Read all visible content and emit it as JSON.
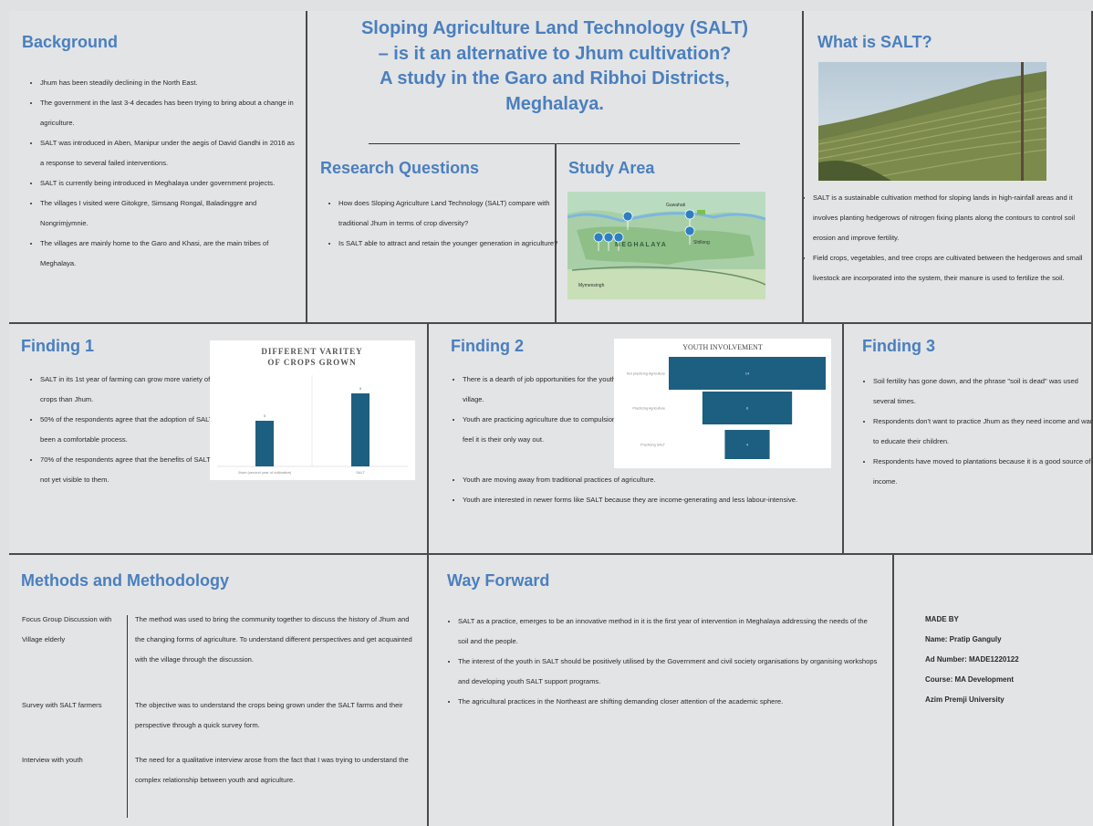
{
  "title": {
    "line1": "Sloping Agriculture Land Technology (SALT)",
    "line2": "– is it an alternative to Jhum cultivation?",
    "line3": "A study in the Garo and Ribhoi Districts,",
    "line4": "Meghalaya."
  },
  "background": {
    "heading": "Background",
    "items": [
      "Jhum has been steadily declining in the North East.",
      "The government in the last 3-4 decades has been trying to bring about a change in agriculture.",
      "SALT was introduced in Aben, Manipur under the aegis of David Gandhi in 2016 as a response to several failed interventions.",
      "SALT is currently being introduced in Meghalaya under government projects.",
      "The villages I visited were Gitokgre, Simsang Rongal, Baladinggre and Nongrimjymnie.",
      "The villages are mainly home to the Garo and Khasi, are the main tribes of Meghalaya."
    ]
  },
  "research": {
    "heading": "Research Questions",
    "items": [
      "How does Sloping Agriculture Land Technology (SALT) compare with traditional Jhum in terms of crop diversity?",
      "Is SALT able to attract and retain the younger generation in agriculture?"
    ]
  },
  "study_area": {
    "heading": "Study Area",
    "map_labels": {
      "state": "MEGHALAYA",
      "city1": "Guwahati",
      "city2": "Shillong",
      "city3": "Mymensingh"
    }
  },
  "what_is_salt": {
    "heading": "What is SALT?",
    "items": [
      "SALT is a sustainable cultivation method for sloping lands in high-rainfall areas and it involves planting hedgerows of nitrogen fixing plants along the contours to control soil erosion and improve fertility.",
      "Field crops, vegetables, and tree crops are cultivated between the hedgerows and small livestock are incorporated into the system, their manure is used to fertilize the soil."
    ]
  },
  "finding1": {
    "heading": "Finding 1",
    "items": [
      "SALT in its 1st year of farming can grow more variety of crops than Jhum.",
      "50% of the respondents agree that the adoption of SALT has been a comfortable process.",
      "70% of the respondents agree that the benefits of SALT are not yet visible to them."
    ]
  },
  "finding2": {
    "heading": "Finding 2",
    "items": [
      "There is a dearth of job opportunities for the youth in the village.",
      "Youth are practicing agriculture due to compulsion as they feel it is their only way out.",
      "Youth are moving away from traditional practices of agriculture.",
      "Youth are interested in newer forms like SALT because they are income-generating and less labour-intensive."
    ]
  },
  "finding3": {
    "heading": "Finding 3",
    "items": [
      "Soil fertility has gone down, and the phrase \"soil is dead\" was used several times.",
      "Respondents don't want to practice Jhum as they need income and want to educate their children.",
      "Respondents have moved to plantations because it is a good source of income."
    ]
  },
  "methods": {
    "heading": "Methods and Methodology",
    "rows": [
      {
        "label": "Focus Group Discussion with Village elderly",
        "text": "The method was used to bring the community together to discuss the history of Jhum and the changing forms of agriculture. To understand different perspectives and get acquainted with the village through the discussion."
      },
      {
        "label": "Survey with SALT farmers",
        "text": "The objective was to understand the crops being grown under the SALT farms and their perspective through a quick survey form."
      },
      {
        "label": "Interview with youth",
        "text": "The need for a qualitative interview arose from the fact that I was trying to understand the complex relationship between youth and agriculture."
      }
    ]
  },
  "way_forward": {
    "heading": "Way Forward",
    "items": [
      "SALT as a practice, emerges to be an innovative method in it is the first year of intervention in Meghalaya addressing the needs of the soil and the people.",
      "The interest of the youth in SALT should be positively utilised by the Government and civil society organisations by organising workshops and developing youth SALT support programs.",
      "The agricultural practices in the Northeast are shifting demanding closer attention of the academic sphere."
    ]
  },
  "credits": {
    "made_by": "MADE BY",
    "name": "Name: Pratip Ganguly",
    "ad_number": "Ad Number: MADE1220122",
    "course": "Course: MA Development",
    "university": "Azim Premji University"
  },
  "colors": {
    "heading": "#4a7fbf",
    "bar": "#1d5f80"
  },
  "chart_data": [
    {
      "type": "bar",
      "title": "DIFFERENT VARITEY OF CROPS GROWN",
      "categories": [
        "Jhum (second year of cultivation)",
        "SALT"
      ],
      "values": [
        5,
        8
      ],
      "ylim": [
        0,
        10
      ],
      "grid": false
    },
    {
      "type": "bar",
      "orientation": "horizontal",
      "title": "YOUTH INVOLVEMENT",
      "categories": [
        "Not practicing Agriculture",
        "Practicing Agriculture",
        "Practicing SALT"
      ],
      "values": [
        14,
        8,
        4
      ],
      "xlim": [
        0,
        14
      ]
    }
  ]
}
